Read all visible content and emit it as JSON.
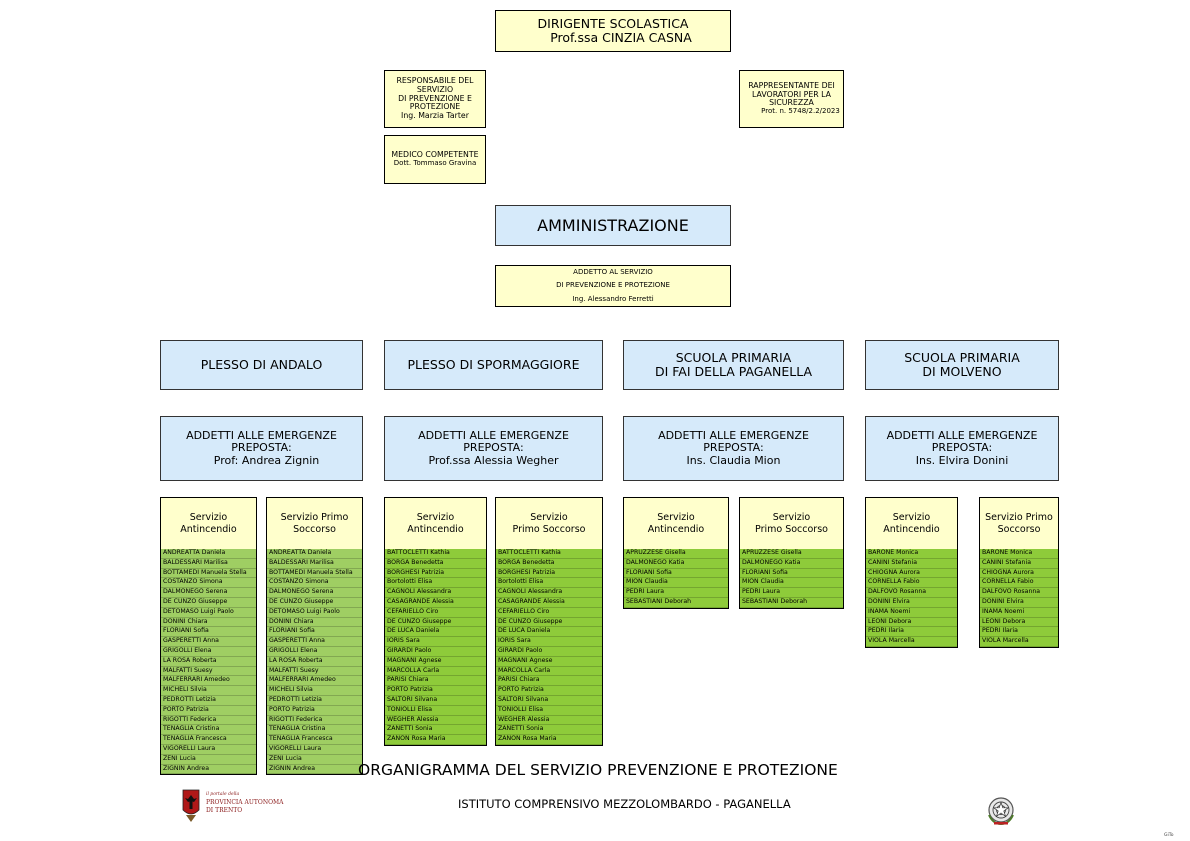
{
  "dirigente": {
    "l1": "DIRIGENTE SCOLASTICA",
    "l2": "Prof.ssa CINZIA CASNA"
  },
  "rspp": {
    "l1": "RESPONSABILE DEL",
    "l2": "SERVIZIO",
    "l3": "DI PREVENZIONE E",
    "l4": "PROTEZIONE",
    "l5": "Ing. Marzia Tarter"
  },
  "rls": {
    "l1": "RAPPRESENTANTE DEI",
    "l2": "LAVORATORI PER LA",
    "l3": "SICUREZZA",
    "l4": "Prot. n. 5748/2.2/2023"
  },
  "medico": {
    "l1": "MEDICO COMPETENTE",
    "l2": "Dott. Tommaso Gravina"
  },
  "amministrazione": "AMMINISTRAZIONE",
  "aspp": {
    "l1": "ADDETTO AL SERVIZIO",
    "l2": "DI PREVENZIONE E PROTEZIONE",
    "l3": "Ing. Alessandro  Ferretti"
  },
  "plessi": [
    {
      "l1": "PLESSO DI ANDALO",
      "l2": "",
      "e1": "ADDETTI ALLE EMERGENZE",
      "e2": "PREPOSTA:",
      "e3": "Prof: Andrea Zignin",
      "h1a": "Servizio",
      "h1b": "Antincendio",
      "h2a": "Servizio Primo",
      "h2b": "Soccorso",
      "antincendio": [
        "ANDREATTA Daniela",
        "BALDESSARI Marilisa",
        "BOTTAMEDI Manuela Stella",
        "COSTANZO Simona",
        "DALMONEGO Serena",
        "DE CUNZO Giuseppe",
        "DETOMASO Luigi Paolo",
        "DONINI Chiara",
        "FLORIANI Sofia",
        "GASPERETTI Anna",
        "GRIGOLLI Elena",
        "LA ROSA Roberta",
        "MALFATTI Suesy",
        "MALFERRARI Amedeo",
        "MICHELI Silvia",
        "PEDROTTI Letizia",
        "PORTO Patrizia",
        "RIGOTTI Federica",
        "TENAGLIA Cristina",
        "TENAGLIA Francesca",
        "VIGORELLI Laura",
        "ZENI Lucia",
        "ZIGNIN Andrea"
      ],
      "soccorso": [
        "ANDREATTA Daniela",
        "BALDESSARI Marilisa",
        "BOTTAMEDI Manuela Stella",
        "COSTANZO Simona",
        "DALMONEGO Serena",
        "DE CUNZO Giuseppe",
        "DETOMASO Luigi Paolo",
        "DONINI Chiara",
        "FLORIANI Sofia",
        "GASPERETTI Anna",
        "GRIGOLLI Elena",
        "LA ROSA Roberta",
        "MALFATTI Suesy",
        "MALFERRARI Amedeo",
        "MICHELI Silvia",
        "PEDROTTI Letizia",
        "PORTO Patrizia",
        "RIGOTTI Federica",
        "TENAGLIA Cristina",
        "TENAGLIA Francesca",
        "VIGORELLI Laura",
        "ZENI Lucia",
        "ZIGNIN Andrea"
      ]
    },
    {
      "l1": "PLESSO DI SPORMAGGIORE",
      "l2": "",
      "e1": "ADDETTI ALLE EMERGENZE",
      "e2": "PREPOSTA:",
      "e3": "Prof.ssa Alessia Wegher",
      "h1a": "Servizio",
      "h1b": "Antincendio",
      "h2a": "Servizio",
      "h2b": "Primo Soccorso",
      "antincendio": [
        "BATTOCLETTI Kathia",
        "BORGA Benedetta",
        "BORGHESI Patrizia",
        "Bortolotti Elisa",
        "CAGNOLI Alessandra",
        "CASAGRANDE Alessia",
        "CEFARIELLO Ciro",
        "DE CUNZO Giuseppe",
        "DE LUCA Daniela",
        "IORIS Sara",
        "GIRARDI Paolo",
        "MAGNANI Agnese",
        "MARCOLLA Carla",
        "PARISI Chiara",
        "PORTO Patrizia",
        "SALTORI Silvana",
        "TONIOLLI Elisa",
        "WEGHER Alessia",
        "ZANETTI Sonia",
        "ZANON Rosa Maria"
      ],
      "soccorso": [
        "BATTOCLETTI Kathia",
        "BORGA Benedetta",
        "BORGHESI Patrizia",
        "Bortolotti Elisa",
        "CAGNOLI Alessandra",
        "CASAGRANDE Alessia",
        "CEFARIELLO Ciro",
        "DE CUNZO Giuseppe",
        "DE LUCA Daniela",
        "IORIS Sara",
        "GIRARDI Paolo",
        "MAGNANI Agnese",
        "MARCOLLA Carla",
        "PARISI Chiara",
        "PORTO Patrizia",
        "SALTORI Silvana",
        "TONIOLLI Elisa",
        "WEGHER Alessia",
        "ZANETTI Sonia",
        "ZANON Rosa Maria"
      ]
    },
    {
      "l1": "SCUOLA PRIMARIA",
      "l2": "DI FAI DELLA PAGANELLA",
      "e1": "ADDETTI ALLE EMERGENZE",
      "e2": "PREPOSTA:",
      "e3": "Ins. Claudia Mion",
      "h1a": "Servizio",
      "h1b": "Antincendio",
      "h2a": "Servizio",
      "h2b": "Primo Soccorso",
      "antincendio": [
        "APRUZZESE Gisella",
        "DALMONEGO Katia",
        "FLORIANI Sofia",
        "MION Claudia",
        "PEDRI Laura",
        "SEBASTIANI Deborah"
      ],
      "soccorso": [
        "APRUZZESE Gisella",
        "DALMONEGO Katia",
        "FLORIANI Sofia",
        "MION Claudia",
        "PEDRI Laura",
        "SEBASTIANI Deborah"
      ]
    },
    {
      "l1": "SCUOLA PRIMARIA",
      "l2": "DI MOLVENO",
      "e1": "ADDETTI ALLE EMERGENZE",
      "e2": "PREPOSTA:",
      "e3": "Ins. Elvira Donini",
      "h1a": "Servizio",
      "h1b": "Antincendio",
      "h2a": "Servizio Primo",
      "h2b": "Soccorso",
      "antincendio": [
        "BARONE Monica",
        "CANINI Stefania",
        "CHIOGNA Aurora",
        "CORNELLA Fabio",
        "DALFOVO Rosanna",
        "DONINI Elvira",
        "INAMA Noemi",
        "LEONI Debora",
        "PEDRI Ilaria",
        "VIOLA Marcella"
      ],
      "soccorso": [
        "BARONE Monica",
        "CANINI Stefania",
        "CHIOGNA Aurora",
        "CORNELLA Fabio",
        "DALFOVO Rosanna",
        "DONINI Elvira",
        "INAMA Noemi",
        "LEONI Debora",
        "PEDRI Ilaria",
        "VIOLA Marcella"
      ]
    }
  ],
  "footer": {
    "title": "ORGANIGRAMMA DEL SERVIZIO PREVENZIONE E PROTEZIONE",
    "subtitle": "ISTITUTO COMPRENSIVO MEZZOLOMBARDO - PAGANELLA",
    "logo_l1": "il portale della",
    "logo_l2": "PROVINCIA AUTONOMA",
    "logo_l3": "DI TRENTO",
    "corner": "GiTo"
  },
  "colors": {
    "yellow": "#ffffcc",
    "blue": "#d6eafa",
    "green_a": "#9fce63",
    "green_b": "#8ecb3a"
  },
  "icons": {
    "province": "trento-eagle-shield-icon",
    "republic": "italian-republic-emblem-icon"
  }
}
